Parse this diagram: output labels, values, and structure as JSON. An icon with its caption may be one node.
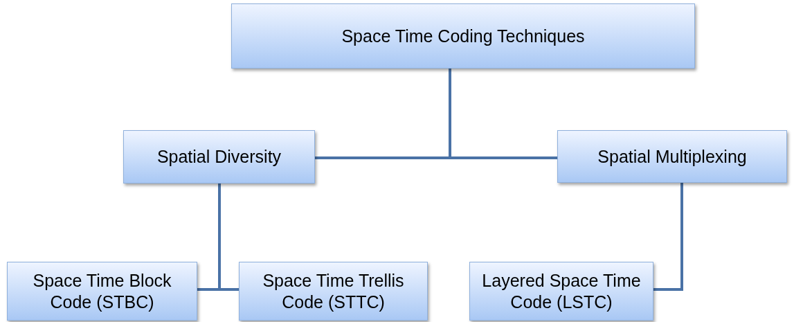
{
  "diagram": {
    "nodes": [
      {
        "text": [
          "Space Time Coding Techniques"
        ]
      },
      {
        "text": [
          "Spatial Diversity"
        ]
      },
      {
        "text": [
          "Spatial Multiplexing"
        ]
      },
      {
        "text": [
          "Space Time Block Code (STBC)"
        ]
      },
      {
        "text": [
          "Space Time Trellis Code (STTC)"
        ]
      },
      {
        "text": [
          "Layered Space Time Code (LSTC)"
        ]
      }
    ],
    "edges": [
      {
        "from": 0,
        "to": 1,
        "arrow": "none"
      },
      {
        "from": 0,
        "to": 2,
        "arrow": "none"
      },
      {
        "from": 1,
        "to": 3,
        "arrow": "none"
      },
      {
        "from": 1,
        "to": 4,
        "arrow": "none"
      },
      {
        "from": 2,
        "to": 5,
        "arrow": "none"
      }
    ]
  }
}
